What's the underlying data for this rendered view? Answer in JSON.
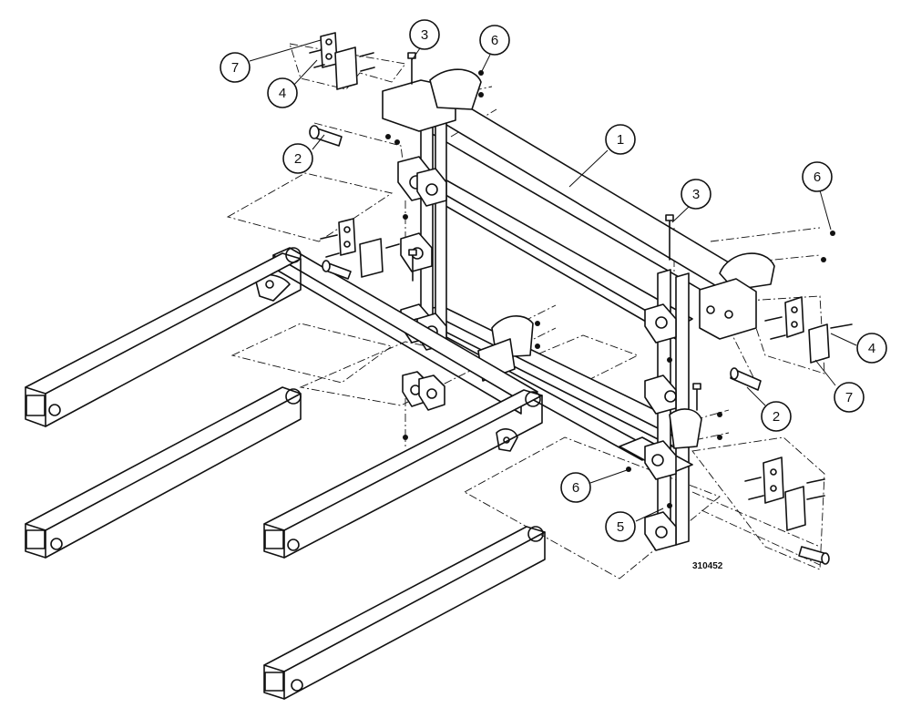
{
  "drawing": {
    "part_number": "310452"
  },
  "callouts": [
    {
      "id": "c1",
      "label": "1"
    },
    {
      "id": "c2a",
      "label": "2"
    },
    {
      "id": "c2b",
      "label": "2"
    },
    {
      "id": "c3a",
      "label": "3"
    },
    {
      "id": "c3b",
      "label": "3"
    },
    {
      "id": "c4a",
      "label": "4"
    },
    {
      "id": "c4b",
      "label": "4"
    },
    {
      "id": "c5",
      "label": "5"
    },
    {
      "id": "c6a",
      "label": "6"
    },
    {
      "id": "c6b",
      "label": "6"
    },
    {
      "id": "c6c",
      "label": "6"
    },
    {
      "id": "c7a",
      "label": "7"
    },
    {
      "id": "c7b",
      "label": "7"
    }
  ]
}
